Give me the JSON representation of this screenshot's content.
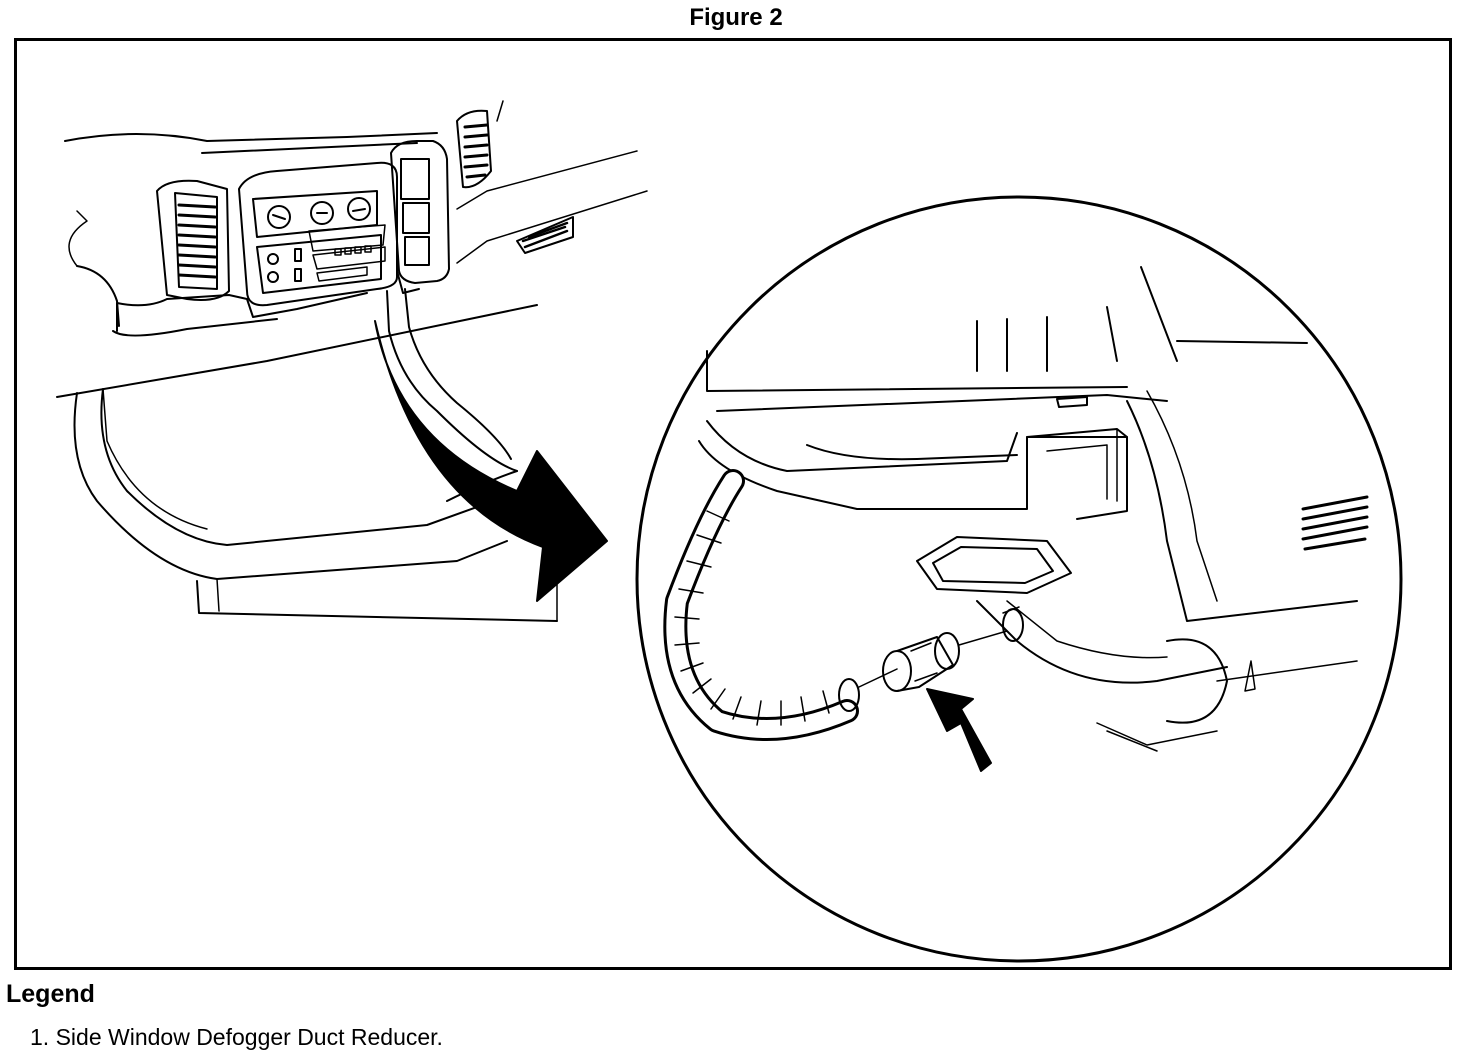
{
  "figure": {
    "title": "Figure 2"
  },
  "legend": {
    "title": "Legend",
    "items": [
      {
        "number": "1.",
        "text": "Side Window Defogger Duct Reducer."
      }
    ]
  }
}
